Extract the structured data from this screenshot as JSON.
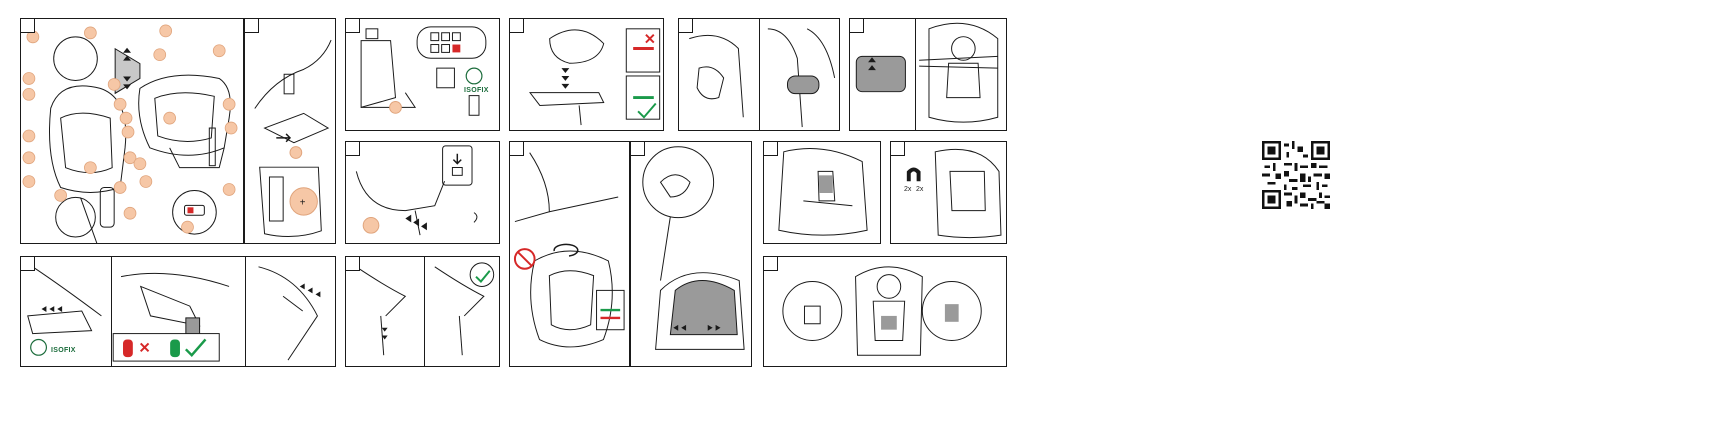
{
  "brand": {
    "isofix": "ISOFIX"
  },
  "labels": {
    "magnet_a": "2x",
    "magnet_b": "2x"
  },
  "colors": {
    "dot": "#f6c7a6",
    "dot_stroke": "#e0a47c",
    "ok": "#1a9a4a",
    "no": "#d62828",
    "line": "#1a1a1a",
    "shade": "#9a9a9a"
  },
  "icons": [
    "checkmark-icon",
    "cross-icon",
    "arrow-down-icon",
    "arrow-up-icon",
    "hearing-icon",
    "info-icon",
    "magnet-icon",
    "no-airbag-icon",
    "rotate-icon",
    "qr-code-icon"
  ]
}
